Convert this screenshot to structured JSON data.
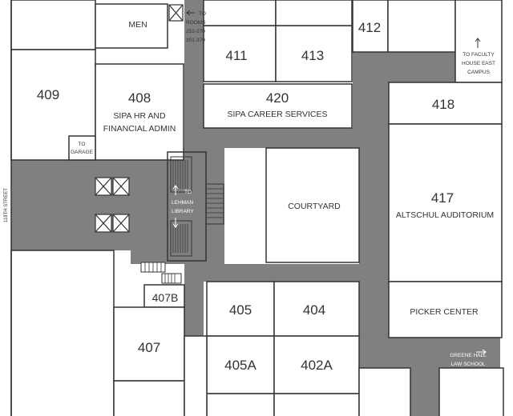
{
  "colors": {
    "corridor": "#808080",
    "room": "#ffffff",
    "wall": "#333333",
    "text": "#333333"
  },
  "rooms": {
    "r409": "409",
    "r408": "408",
    "r408_name": [
      "SIPA HR AND",
      "FINANCIAL ADMIN"
    ],
    "men": "MEN",
    "r411": "411",
    "r413": "413",
    "r412": "412",
    "r420": "420",
    "r420_name": "SIPA CAREER SERVICES",
    "r418": "418",
    "r417": "417",
    "r417_name": "ALTSCHUL AUDITORIUM",
    "courtyard": "COURTYARD",
    "picker": "PICKER CENTER",
    "r405": "405",
    "r404": "404",
    "r405a": "405A",
    "r402a": "402A",
    "r407": "407",
    "r407b": "407B"
  },
  "directions": {
    "to_rooms": [
      "TO",
      "ROOMS",
      "251-270",
      "351-370"
    ],
    "to_faculty_house": [
      "TO FACULTY",
      "HOUSE EAST",
      "CAMPUS"
    ],
    "to_garage": [
      "TO",
      "GARAGE"
    ],
    "to_lehman": [
      "TO",
      "LEHMAN",
      "LIBRARY"
    ],
    "greene_hall": [
      "GREENE HALL",
      "LAW SCHOOL"
    ],
    "street": "118TH STREET"
  },
  "icons": {
    "elevator": "elevator-icon",
    "arrow_left": "arrow-left-icon",
    "arrow_up": "arrow-up-icon",
    "arrow_down": "arrow-down-icon",
    "arrow_right": "arrow-right-icon"
  }
}
